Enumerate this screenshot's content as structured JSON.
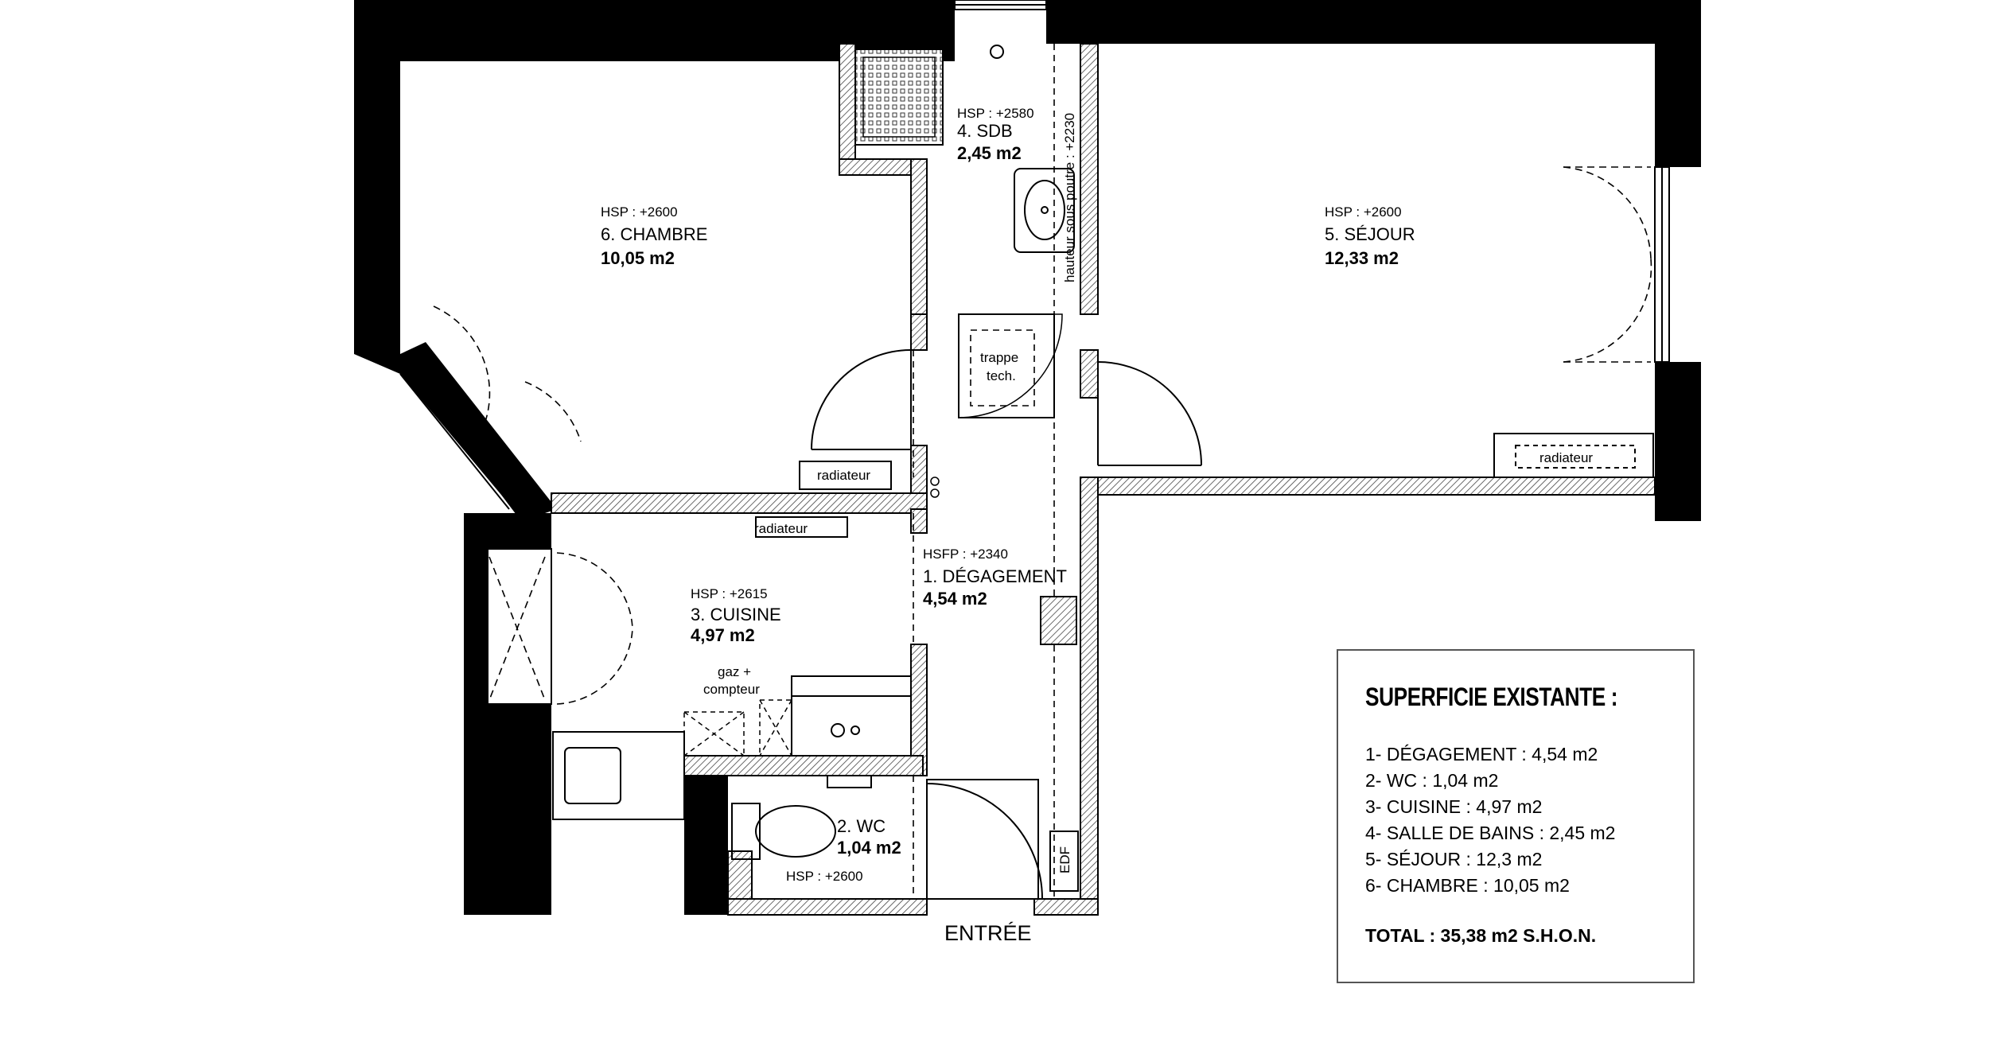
{
  "rooms": {
    "chambre": {
      "hsp": "HSP : +2600",
      "name": "6. CHAMBRE",
      "area": "10,05 m2"
    },
    "sejour": {
      "hsp": "HSP : +2600",
      "name": "5. SÉJOUR",
      "area": "12,33 m2"
    },
    "sdb": {
      "hsp": "HSP : +2580",
      "name": "4. SDB",
      "area": "2,45 m2",
      "note": "hauteur sous poutre : +2230"
    },
    "degagement": {
      "hsp": "HSFP : +2340",
      "name": "1. DÉGAGEMENT",
      "area": "4,54 m2"
    },
    "cuisine": {
      "hsp": "HSP : +2615",
      "name": "3. CUISINE",
      "area": "4,97 m2",
      "gaz_line1": "gaz +",
      "gaz_line2": "compteur"
    },
    "wc": {
      "hsp": "HSP : +2600",
      "name": "2. WC",
      "area": "1,04 m2"
    }
  },
  "fixtures": {
    "radiateur_chambre": "radiateur",
    "radiateur_cuisine": "radiateur",
    "radiateur_sejour": "radiateur",
    "trappe_line1": "trappe",
    "trappe_line2": "tech.",
    "edf": "EDF"
  },
  "entrance_label": "ENTRÉE",
  "legend": {
    "title": "SUPERFICIE EXISTANTE :",
    "items": [
      "1- DÉGAGEMENT : 4,54 m2",
      "2- WC : 1,04 m2",
      "3- CUISINE : 4,97 m2",
      "4- SALLE DE BAINS : 2,45 m2",
      "5- SÉJOUR : 12,3 m2",
      "6- CHAMBRE : 10,05 m2"
    ],
    "total": "TOTAL : 35,38 m2 S.H.O.N."
  },
  "colors": {
    "wall": "#000000",
    "hatch": "#555555",
    "line": "#000000"
  }
}
